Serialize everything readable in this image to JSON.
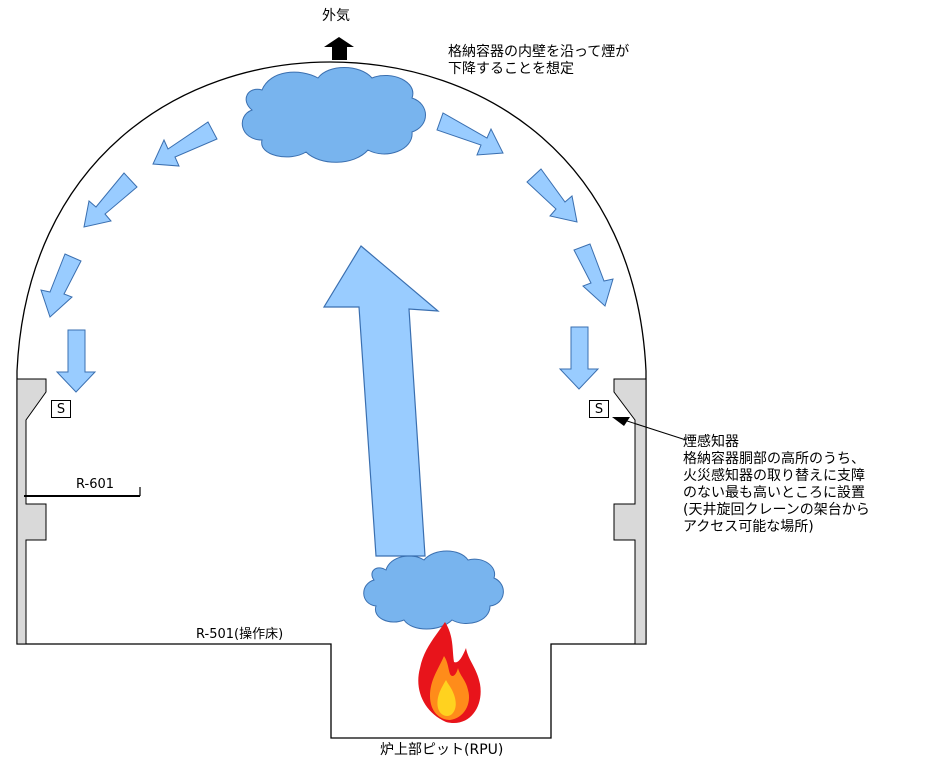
{
  "labels": {
    "outside_air": "外気",
    "smoke_assumption_line1": "格納容器の内壁を沿って煙が",
    "smoke_assumption_line2": "下降することを想定",
    "r601": "R-601",
    "r501": "R-501(操作床)",
    "pit": "炉上部ピット(RPU)",
    "sensor_left": "S",
    "sensor_right": "S"
  },
  "detector_note": [
    "煙感知器",
    "格納容器胴部の高所のうち、",
    "火災感知器の取り替えに支障",
    "のない最も高いところに設置",
    "(天井旋回クレーンの架台から",
    "アクセス可能な場所)"
  ],
  "colors": {
    "arrow_fill": "#99ccff",
    "arrow_stroke": "#3a6fb0",
    "cloud_fill": "#78b4ee",
    "wall_fill": "#d9d9d9",
    "flame_outer": "#e8141b",
    "flame_mid": "#ff8c1a",
    "flame_inner": "#ffd21f"
  }
}
